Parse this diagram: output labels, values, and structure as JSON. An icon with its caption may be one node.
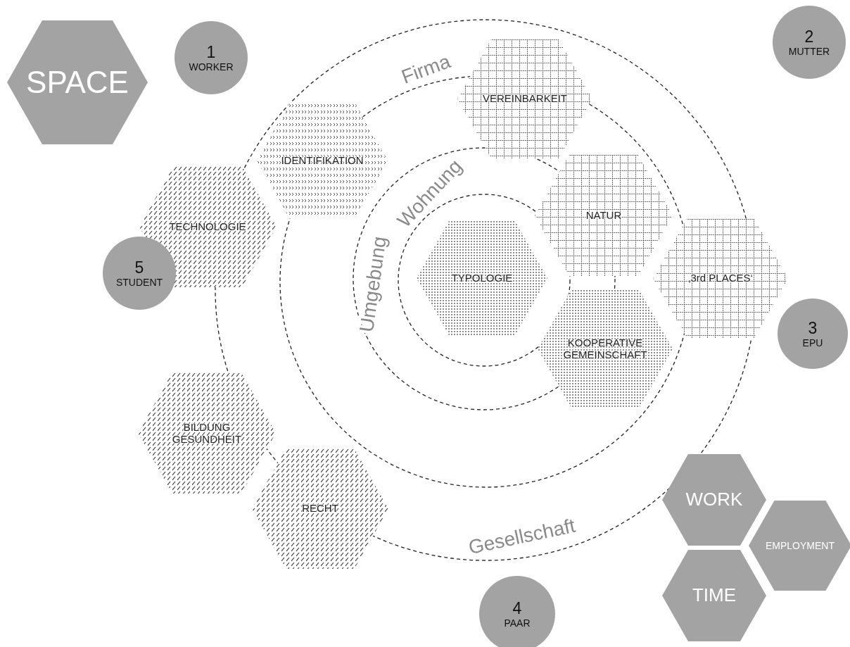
{
  "diagram": {
    "nodes": [
      {
        "text": [
          "SPACE"
        ]
      },
      {
        "text": [
          "1",
          "WORKER"
        ]
      },
      {
        "text": [
          "2",
          "MUTTER"
        ]
      },
      {
        "text": [
          "VEREINBARKEIT"
        ]
      },
      {
        "text": [
          "IDENTIFIKATION"
        ]
      },
      {
        "text": [
          "TECHNOLOGIE"
        ]
      },
      {
        "text": [
          "NATUR"
        ]
      },
      {
        "text": [
          "TYPOLOGIE"
        ]
      },
      {
        "text": [
          "‚3rd PLACES‘"
        ]
      },
      {
        "text": [
          "5",
          "STUDENT"
        ]
      },
      {
        "text": [
          "KOOPERATIVE GEMEINSCHAFT"
        ]
      },
      {
        "text": [
          "3",
          "EPU"
        ]
      },
      {
        "text": [
          "BILDUNG GESUNDHEIT"
        ]
      },
      {
        "text": [
          "WORK"
        ]
      },
      {
        "text": [
          "RECHT"
        ]
      },
      {
        "text": [
          "EMPLOYMENT"
        ]
      },
      {
        "text": [
          "TIME"
        ]
      },
      {
        "text": [
          "4",
          "PAAR"
        ]
      }
    ],
    "edges": [],
    "labels": [
      "Firma",
      "Wohnung",
      "Umgebung",
      "Gesellschaft"
    ]
  }
}
